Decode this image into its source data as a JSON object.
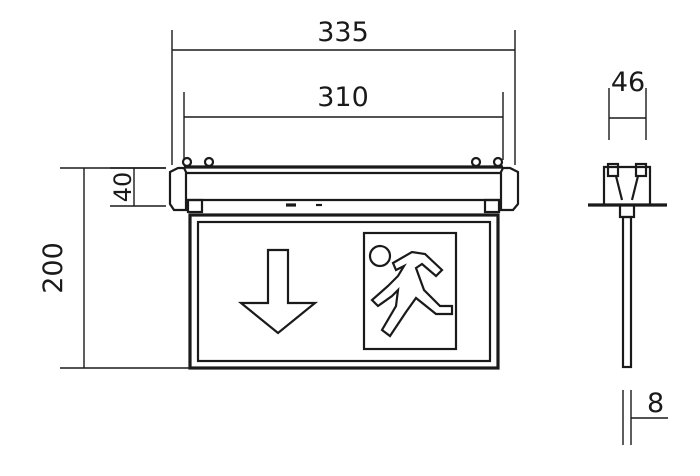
{
  "dimensions": {
    "overall_width": "335",
    "mount_width": "310",
    "height": "200",
    "housing_height": "40",
    "side_depth": "46",
    "panel_thickness": "8"
  },
  "colors": {
    "line": "#1a1a1a",
    "background": "#ffffff"
  },
  "icons": {
    "arrow": "down-arrow-icon",
    "pictogram": "running-man-exit-icon"
  }
}
